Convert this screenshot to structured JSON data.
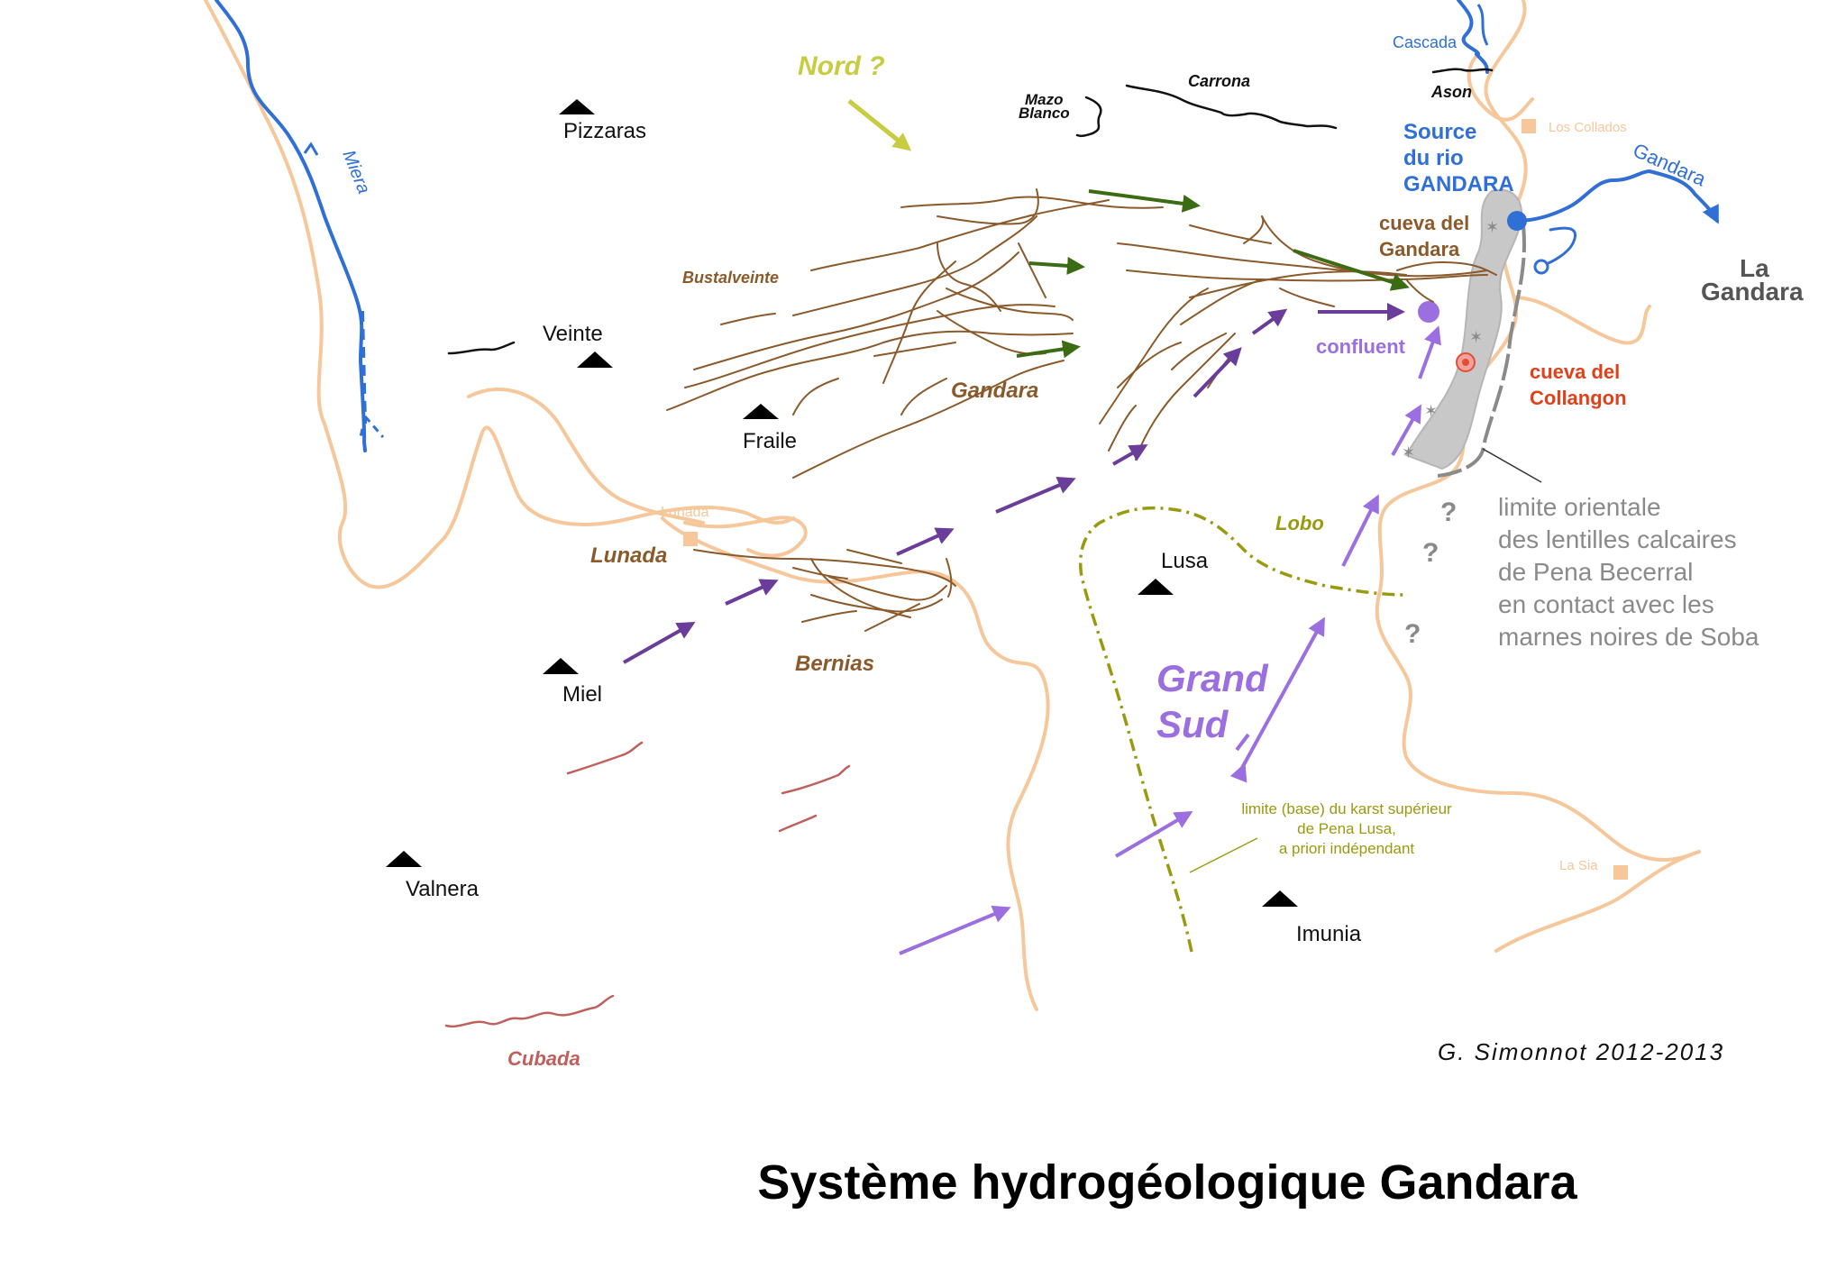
{
  "title": "Système hydrogéologique Gandara",
  "author": "G. Simonnot 2012-2013",
  "colors": {
    "road": "#f5c79a",
    "river": "#2f6fd6",
    "cave": "#8b5a2b",
    "arrow_green": "#3b6b12",
    "arrow_purple": "#6a3d9a",
    "arrow_light_purple": "#9b6fe0",
    "karst_limit": "#9a9a10",
    "cubada": "#c0605c",
    "grey_zone": "#c8c8c8",
    "text_grey": "#8a8a8a",
    "peak": "#000000"
  },
  "summits": {
    "pizzaras": "Pizzaras",
    "veinte": "Veinte",
    "fraile": "Fraile",
    "miel": "Miel",
    "valnera": "Valnera",
    "lusa": "Lusa",
    "imunia": "Imunia"
  },
  "villages": {
    "lunada": "Lunada",
    "los_collados": "Los Collados",
    "la_sia": "La Sia"
  },
  "rivers": {
    "miera": "Miera",
    "cascada": "Cascada",
    "ason": "Ason",
    "gandara": "Gandara"
  },
  "caves": {
    "carrona": "Carrona",
    "mazo_blanco_1": "Mazo",
    "mazo_blanco_2": "Blanco",
    "bustalveinte": "Bustalveinte",
    "gandara_system": "Gandara",
    "lunada_system": "Lunada",
    "bernias": "Bernias",
    "cubada": "Cubada",
    "lobo": "Lobo"
  },
  "labels": {
    "nord": "Nord ?",
    "source_1": "Source",
    "source_2": "du rio",
    "source_3": "GANDARA",
    "cueva_gandara_1": "cueva del",
    "cueva_gandara_2": "Gandara",
    "confluent": "confluent",
    "cueva_collangon_1": "cueva del",
    "cueva_collangon_2": "Collangon",
    "la_gandara_1": "La",
    "la_gandara_2": "Gandara",
    "grand_sud_1": "Grand",
    "grand_sud_2": "Sud",
    "question": "?",
    "limite_orientale": [
      "limite orientale",
      "des lentilles calcaires",
      "de Pena Becerral",
      "en contact avec les",
      "marnes noires de Soba"
    ],
    "limite_karst": [
      "limite (base) du karst supérieur",
      "de Pena Lusa,",
      "a priori indépendant"
    ]
  }
}
